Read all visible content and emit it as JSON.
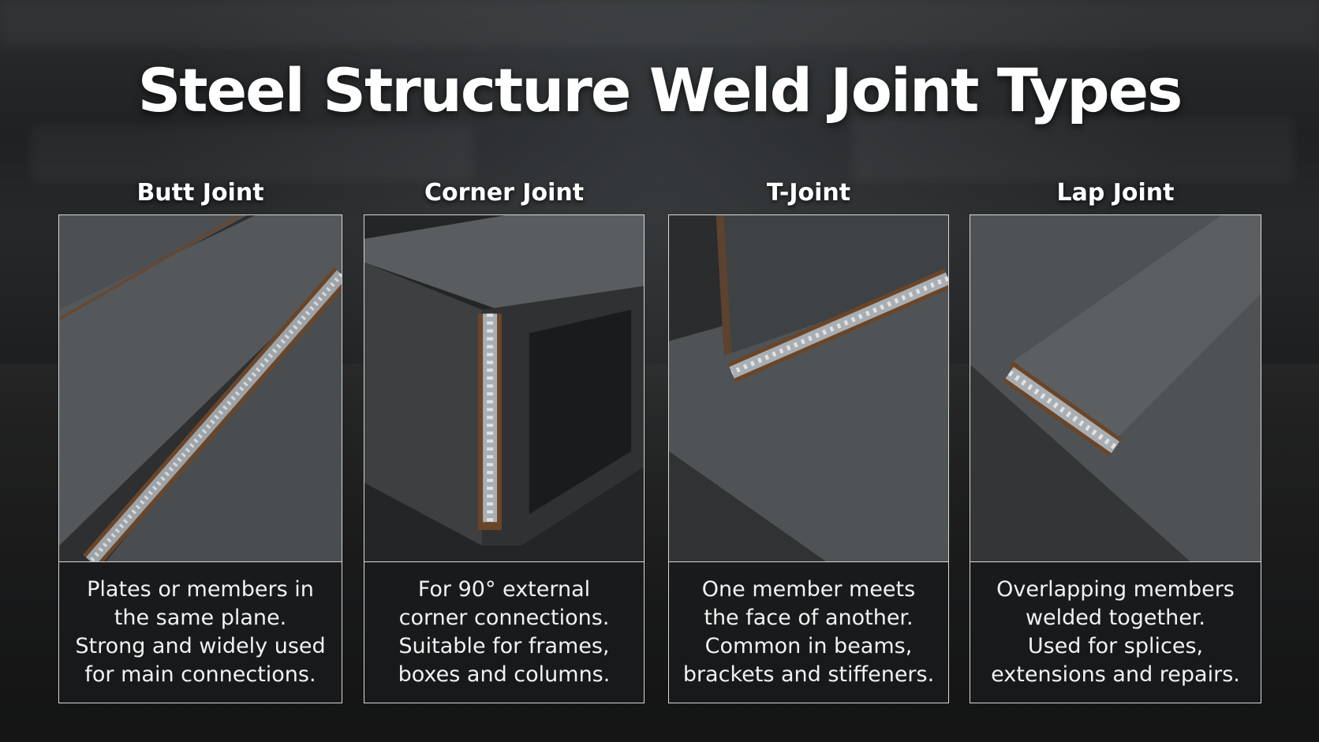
{
  "title": "Steel Structure Weld Joint Types",
  "joints": [
    {
      "heading": "Butt Joint",
      "lines": [
        "Plates or members in",
        "the same plane.",
        "Strong and widely used",
        "for main connections."
      ]
    },
    {
      "heading": "Corner Joint",
      "lines": [
        "For 90° external",
        "corner connections.",
        "Suitable for frames,",
        "boxes and columns."
      ]
    },
    {
      "heading": "T-Joint",
      "lines": [
        "One member meets",
        "the face of another.",
        "Common in beams,",
        "brackets and stiffeners."
      ]
    },
    {
      "heading": "Lap Joint",
      "lines": [
        "Overlapping members",
        "welded together.",
        "Used for splices,",
        "extensions and repairs."
      ]
    }
  ],
  "colors": {
    "background": "#1b1d1f",
    "steel": "#4a4c4e",
    "rust": "#6b4528",
    "weld": "#b8bcc0",
    "panel": "#191a1b",
    "border": "#d9d9d9"
  }
}
